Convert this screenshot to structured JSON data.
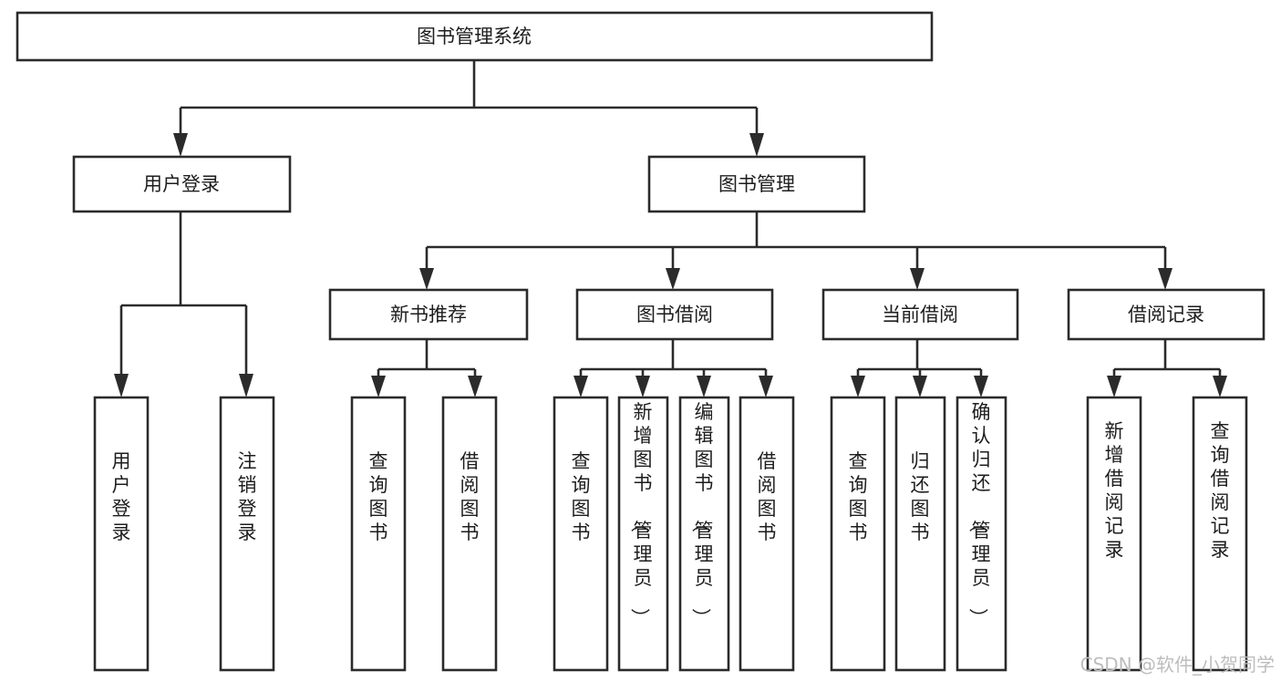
{
  "diagram": {
    "type": "tree-hierarchy-flowchart",
    "title": "图书管理系统",
    "orientation": "top-down",
    "colors": {
      "box_fill": "#ffffff",
      "box_stroke": "#2b2b2b",
      "text": "#1d1d1d",
      "background": "#ffffff",
      "watermark": "#bdbdbd"
    },
    "levels": [
      {
        "level": 1,
        "nodes": [
          {
            "id": "root",
            "label": "图书管理系统"
          }
        ]
      },
      {
        "level": 2,
        "nodes": [
          {
            "id": "user-login",
            "label": "用户登录",
            "parent": "root"
          },
          {
            "id": "book-manage",
            "label": "图书管理",
            "parent": "root"
          }
        ]
      },
      {
        "level": 3,
        "nodes": [
          {
            "id": "new-book-rec",
            "label": "新书推荐",
            "parent": "book-manage"
          },
          {
            "id": "book-borrow",
            "label": "图书借阅",
            "parent": "book-manage"
          },
          {
            "id": "current-borrow",
            "label": "当前借阅",
            "parent": "book-manage"
          },
          {
            "id": "borrow-record",
            "label": "借阅记录",
            "parent": "book-manage"
          }
        ]
      },
      {
        "level": 4,
        "nodes": [
          {
            "id": "leaf-user-login",
            "label": "用户登录",
            "parent": "user-login"
          },
          {
            "id": "leaf-user-logout",
            "label": "注销登录",
            "parent": "user-login"
          },
          {
            "id": "leaf-query-book-1",
            "label": "查询图书",
            "parent": "new-book-rec"
          },
          {
            "id": "leaf-borrow-book-1",
            "label": "借阅图书",
            "parent": "new-book-rec"
          },
          {
            "id": "leaf-query-book-2",
            "label": "查询图书",
            "parent": "book-borrow"
          },
          {
            "id": "leaf-add-book",
            "label": "新增图书（管理员）",
            "parent": "book-borrow"
          },
          {
            "id": "leaf-edit-book",
            "label": "编辑图书（管理员）",
            "parent": "book-borrow"
          },
          {
            "id": "leaf-borrow-book-2",
            "label": "借阅图书",
            "parent": "book-borrow"
          },
          {
            "id": "leaf-query-book-3",
            "label": "查询图书",
            "parent": "current-borrow"
          },
          {
            "id": "leaf-return-book",
            "label": "归还图书",
            "parent": "current-borrow"
          },
          {
            "id": "leaf-confirm-return",
            "label": "确认归还（管理员）",
            "parent": "current-borrow"
          },
          {
            "id": "leaf-add-record",
            "label": "新增借阅记录",
            "parent": "borrow-record"
          },
          {
            "id": "leaf-query-record",
            "label": "查询借阅记录",
            "parent": "borrow-record"
          }
        ]
      }
    ]
  },
  "watermark": {
    "text": "CSDN @软件_小贺同学"
  }
}
